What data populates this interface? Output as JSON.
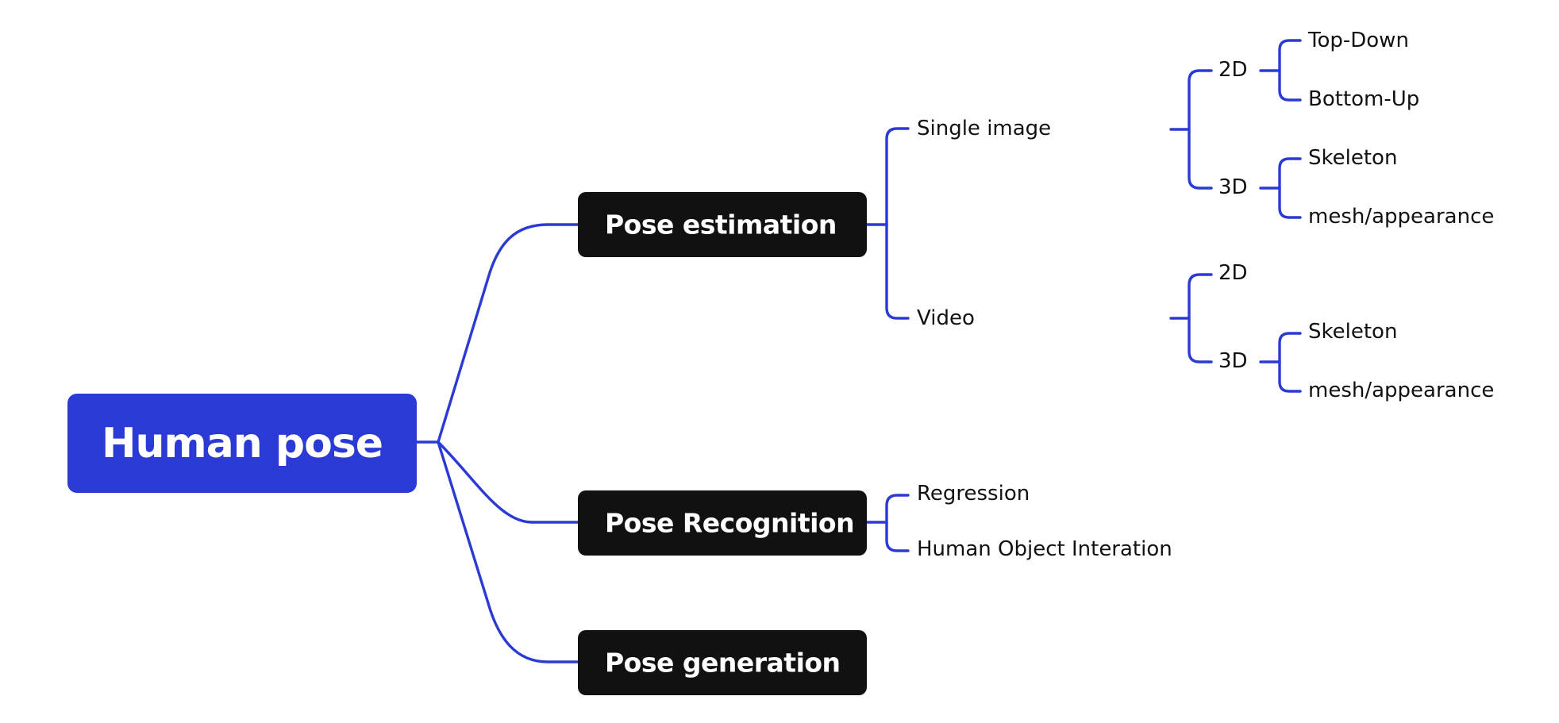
{
  "colors": {
    "accent": "#2b3ad4",
    "root_fill": "#2b3ad4",
    "branch_fill": "#111111",
    "text_dark": "#111111",
    "text_light": "#ffffff",
    "background": "#ffffff"
  },
  "mindmap": {
    "root": {
      "label": "Human pose"
    },
    "branches": [
      {
        "label": "Pose estimation",
        "children": [
          {
            "label": "Single image",
            "children": [
              {
                "label": "2D",
                "children": [
                  {
                    "label": "Top-Down"
                  },
                  {
                    "label": "Bottom-Up"
                  }
                ]
              },
              {
                "label": "3D",
                "children": [
                  {
                    "label": "Skeleton"
                  },
                  {
                    "label": "mesh/appearance"
                  }
                ]
              }
            ]
          },
          {
            "label": "Video",
            "children": [
              {
                "label": "2D"
              },
              {
                "label": "3D",
                "children": [
                  {
                    "label": "Skeleton"
                  },
                  {
                    "label": "mesh/appearance"
                  }
                ]
              }
            ]
          }
        ]
      },
      {
        "label": "Pose Recognition",
        "children": [
          {
            "label": "Regression"
          },
          {
            "label": "Human Object Interation"
          }
        ]
      },
      {
        "label": "Pose generation"
      }
    ]
  }
}
